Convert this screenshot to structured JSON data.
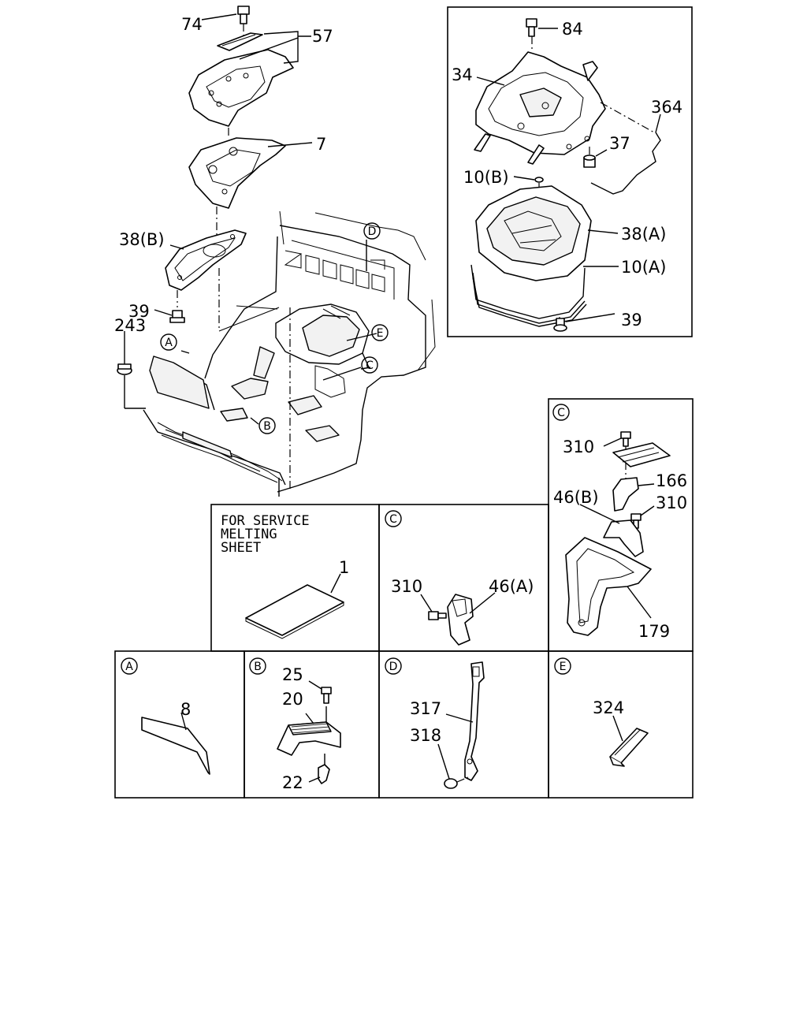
{
  "labels": {
    "p74": "74",
    "p57": "57",
    "p7": "7",
    "p38b": "38(B)",
    "p39a": "39",
    "p243": "243",
    "p84": "84",
    "p34": "34",
    "p364": "364",
    "p37": "37",
    "p10b": "10(B)",
    "p38a": "38(A)",
    "p10a": "10(A)",
    "p39b": "39",
    "p310a": "310",
    "p166": "166",
    "p46b": "46(B)",
    "p310b": "310",
    "p179": "179",
    "p1": "1",
    "p310c": "310",
    "p46a": "46(A)",
    "p8": "8",
    "p25": "25",
    "p20": "20",
    "p22": "22",
    "p317": "317",
    "p318": "318",
    "p324": "324"
  },
  "callouts": {
    "main_D": "D",
    "main_E": "E",
    "main_C": "C",
    "main_A": "A",
    "main_B": "B",
    "box_C1": "C",
    "box_C2": "C",
    "box_A": "A",
    "box_B": "B",
    "box_D": "D",
    "box_E": "E"
  },
  "service_note": [
    "FOR SERVICE",
    "MELTING",
    "SHEET"
  ]
}
